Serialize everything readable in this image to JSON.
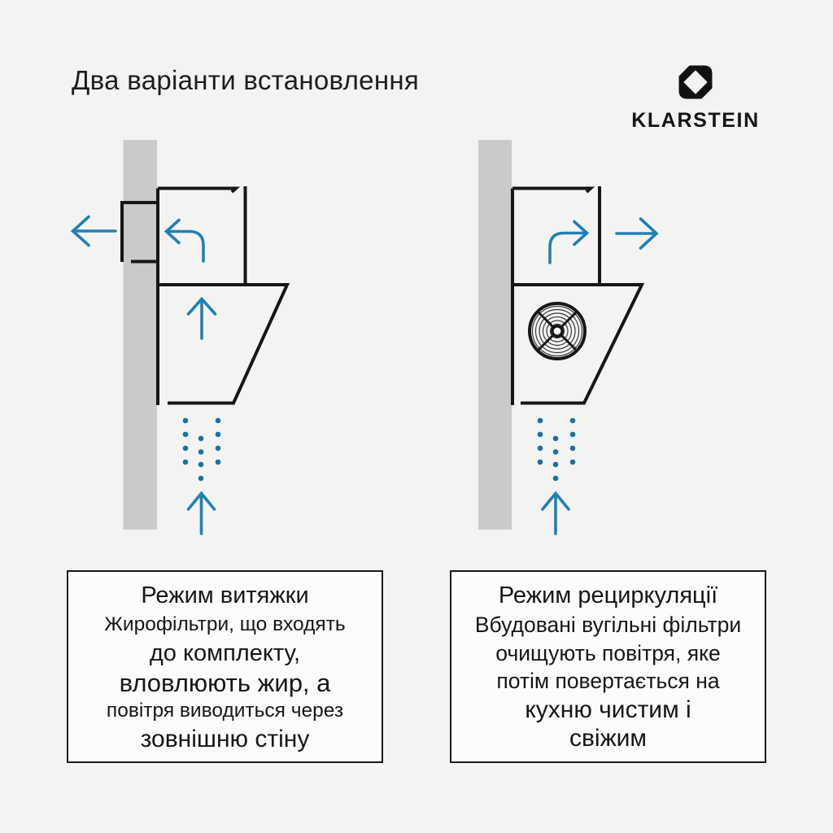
{
  "page": {
    "title": "Два варіанти встановлення",
    "background": "#f3f3f1"
  },
  "brand": {
    "name": "KLARSTEIN"
  },
  "colors": {
    "arrow_blue": "#2180b6",
    "dot_blue": "#1a72a4",
    "wall_gray": "#cacac9",
    "outline_black": "#161616",
    "box_background": "#fcfcfb",
    "box_border": "#1b1b1b"
  },
  "boxes": {
    "left": {
      "heading": "Режим витяжки",
      "lines": [
        "Жирофільтри, що входять",
        "до комплекту,",
        "вловлюють жир, а",
        "повітря виводиться через",
        "зовнішню стіну"
      ]
    },
    "right": {
      "heading": "Режим рециркуляції",
      "lines": [
        "Вбудовані вугільні фільтри",
        "очищують повітря, яке",
        "потім повертається на",
        "кухню чистим і",
        "свіжим"
      ]
    }
  }
}
